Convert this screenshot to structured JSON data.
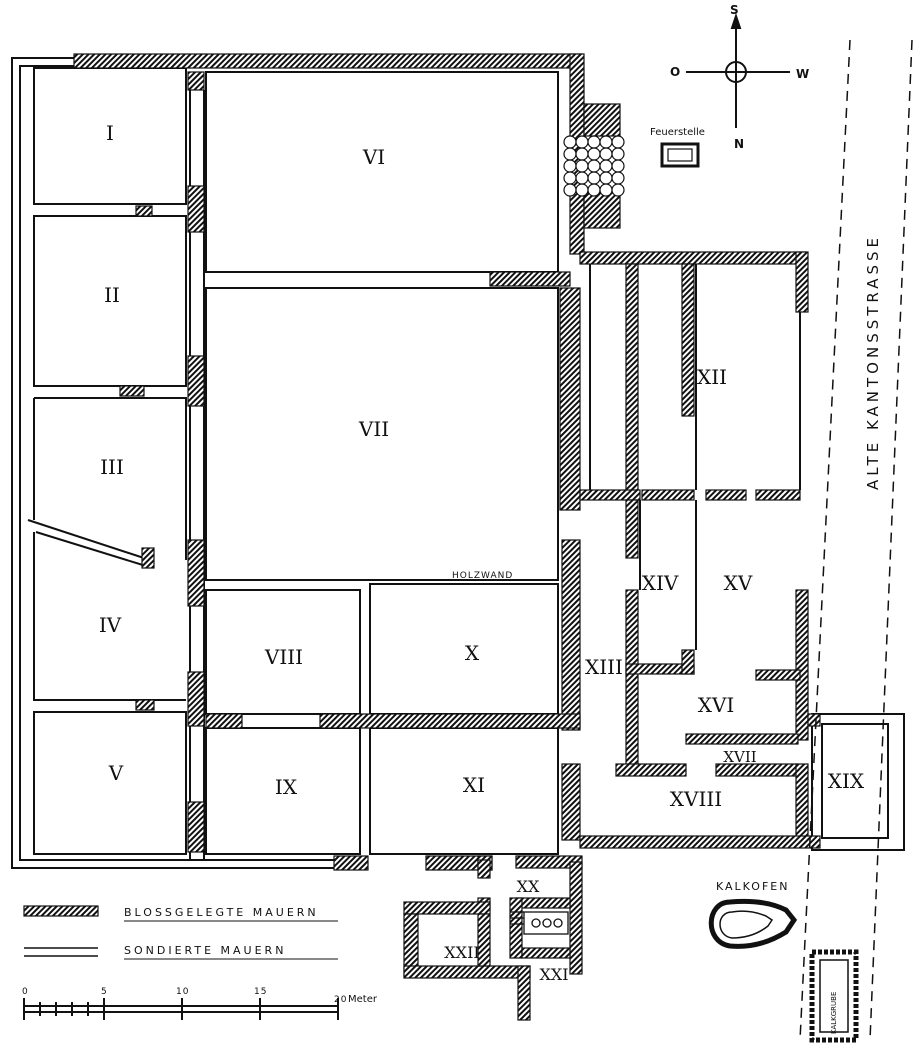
{
  "rooms": {
    "r1": "I",
    "r2": "II",
    "r3": "III",
    "r4": "IV",
    "r5": "V",
    "r6": "VI",
    "r7": "VII",
    "r8": "VIII",
    "r9": "IX",
    "r10": "X",
    "r11": "XI",
    "r12": "XII",
    "r13": "XIII",
    "r14": "XIV",
    "r15": "XV",
    "r16": "XVI",
    "r17": "XVII",
    "r18": "XVIII",
    "r19": "XIX",
    "r20": "XX",
    "r21": "XXI",
    "r22": "XXII"
  },
  "labels": {
    "holzwand": "HOLZWAND",
    "feuerstelle": "Feuerstelle",
    "kalkofen": "KALKOFEN",
    "kalkgrube": "KALKGRUBE",
    "road": "ALTE KANTONSSTRASSE"
  },
  "compass": {
    "north": "N",
    "south": "S",
    "east": "O",
    "west": "W"
  },
  "legend": {
    "exposed": "BLOSSGELEGTE MAUERN",
    "probed": "SONDIERTE MAUERN"
  },
  "scale": {
    "ticks": [
      "0",
      "5",
      "10",
      "15",
      "20"
    ],
    "unit": "Meter"
  }
}
